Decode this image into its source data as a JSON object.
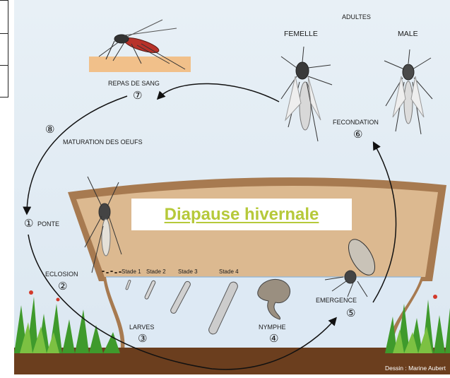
{
  "labels": {
    "adultes": "ADULTES",
    "femelle": "FEMELLE",
    "male": "MALE",
    "repas_de_sang": "REPAS DE SANG",
    "fecondation": "FECONDATION",
    "maturation": "MATURATION DES OEUFS",
    "ponte": "PONTE",
    "eclosion": "ECLOSION",
    "stade1": "Stade 1",
    "stade2": "Stade 2",
    "stade3": "Stade 3",
    "stade4": "Stade 4",
    "larves": "LARVES",
    "nymphe": "NYMPHE",
    "emergence": "EMERGENCE"
  },
  "steps": {
    "s1": "①",
    "s2": "②",
    "s3": "③",
    "s4": "④",
    "s5": "⑤",
    "s6": "⑥",
    "s7": "⑦",
    "s8": "⑧"
  },
  "title": "Diapause hivernale",
  "credit": "Dessin : Marine Aubert",
  "colors": {
    "background": "#e4edf4",
    "pot": "#a77a50",
    "soil": "#dcb990",
    "water": "#dde9f4",
    "title": "#b6c93a",
    "grass": "#3f9a2c"
  }
}
